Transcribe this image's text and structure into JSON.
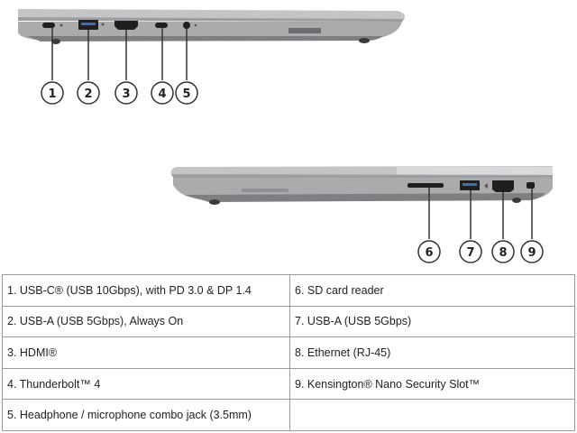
{
  "callouts": [
    "1",
    "2",
    "3",
    "4",
    "5",
    "6",
    "7",
    "8",
    "9"
  ],
  "ports_table": {
    "rows": [
      {
        "left": "1. USB-C® (USB 10Gbps), with PD 3.0 & DP 1.4",
        "right": "6. SD card reader"
      },
      {
        "left": "2. USB-A (USB 5Gbps), Always On",
        "right": "7. USB-A (USB 5Gbps)"
      },
      {
        "left": "3. HDMI®",
        "right": "8. Ethernet (RJ-45)"
      },
      {
        "left": "4. Thunderbolt™ 4",
        "right": "9. Kensington® Nano Security Slot™"
      },
      {
        "left": "5. Headphone / microphone combo jack (3.5mm)",
        "right": ""
      }
    ]
  },
  "colors": {
    "chassis_light": "#b9babc",
    "chassis_dark": "#6e7073",
    "port": "#1f1f1f",
    "callout_stroke": "#333333",
    "table_border": "#9a9a9a"
  },
  "icons": [
    "usb-c-port",
    "usb-a-port",
    "hdmi-port",
    "thunderbolt-port",
    "audio-jack",
    "sd-slot",
    "ethernet-port",
    "lock-slot"
  ]
}
